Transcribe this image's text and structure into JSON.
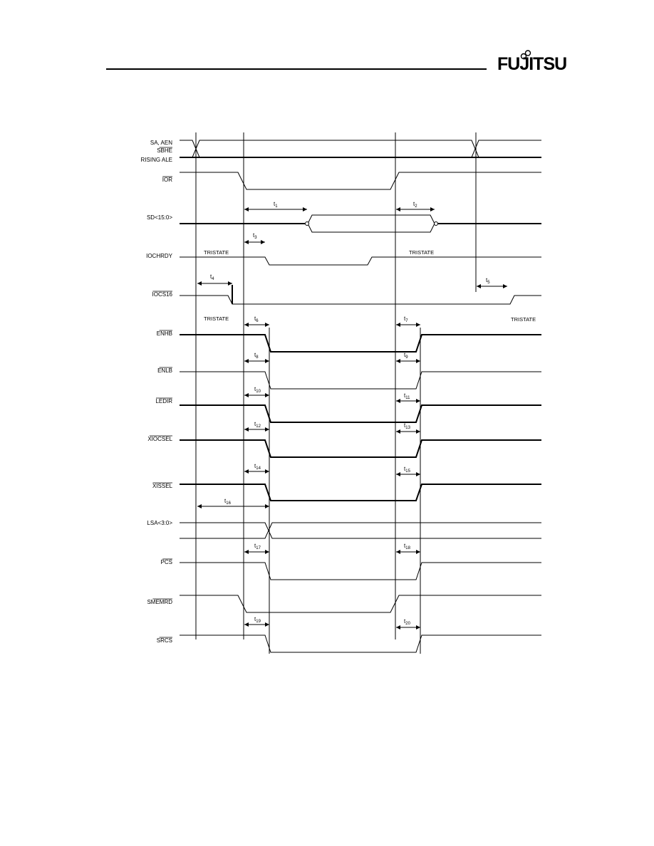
{
  "header": {
    "logo_text": "FUJITSU"
  },
  "signals": [
    {
      "id": "sa",
      "label": "SA, AEN",
      "overline": false
    },
    {
      "id": "sbhe",
      "label": "SBHE",
      "overline": true
    },
    {
      "id": "rising-ale",
      "label": "RISING ALE",
      "overline": false
    },
    {
      "id": "ior",
      "label": "IOR",
      "overline": true
    },
    {
      "id": "sd",
      "label": "SD<15:0>",
      "overline": false
    },
    {
      "id": "iochrdy",
      "label": "IOCHRDY",
      "overline": false
    },
    {
      "id": "iocs16",
      "label": "IOCS16",
      "overline": true
    },
    {
      "id": "enhb",
      "label": "ENHB",
      "overline": true
    },
    {
      "id": "enlb",
      "label": "ENLB",
      "overline": true
    },
    {
      "id": "ledir",
      "label": "LEDIR",
      "overline": true
    },
    {
      "id": "xiocsel",
      "label": "XIOCSEL",
      "overline": true
    },
    {
      "id": "xissel",
      "label": "XISSEL",
      "overline": true
    },
    {
      "id": "lsa",
      "label": "LSA<3:0>",
      "overline": false
    },
    {
      "id": "pcs",
      "label": "PCS",
      "overline": true
    },
    {
      "id": "smemrd",
      "label": "SMEMRD",
      "overline": true
    },
    {
      "id": "srcs",
      "label": "SRCS",
      "overline": true
    }
  ],
  "notes": {
    "tristate": "TRISTATE"
  },
  "timing_labels": [
    {
      "id": "t1",
      "main": "t",
      "sub": "1"
    },
    {
      "id": "t2",
      "main": "t",
      "sub": "2"
    },
    {
      "id": "t3",
      "main": "t",
      "sub": "3"
    },
    {
      "id": "t4",
      "main": "t",
      "sub": "4"
    },
    {
      "id": "t5",
      "main": "t",
      "sub": "5"
    },
    {
      "id": "t6",
      "main": "t",
      "sub": "6"
    },
    {
      "id": "t7",
      "main": "t",
      "sub": "7"
    },
    {
      "id": "t8",
      "main": "t",
      "sub": "8"
    },
    {
      "id": "t9",
      "main": "t",
      "sub": "9"
    },
    {
      "id": "t10",
      "main": "t",
      "sub": "10"
    },
    {
      "id": "t11",
      "main": "t",
      "sub": "11"
    },
    {
      "id": "t12",
      "main": "t",
      "sub": "12"
    },
    {
      "id": "t13",
      "main": "t",
      "sub": "13"
    },
    {
      "id": "t14",
      "main": "t",
      "sub": "14"
    },
    {
      "id": "t15",
      "main": "t",
      "sub": "15"
    },
    {
      "id": "t16",
      "main": "t",
      "sub": "16"
    },
    {
      "id": "t17",
      "main": "t",
      "sub": "17"
    },
    {
      "id": "t18",
      "main": "t",
      "sub": "18"
    },
    {
      "id": "t19",
      "main": "t",
      "sub": "19"
    },
    {
      "id": "t20",
      "main": "t",
      "sub": "20"
    }
  ]
}
